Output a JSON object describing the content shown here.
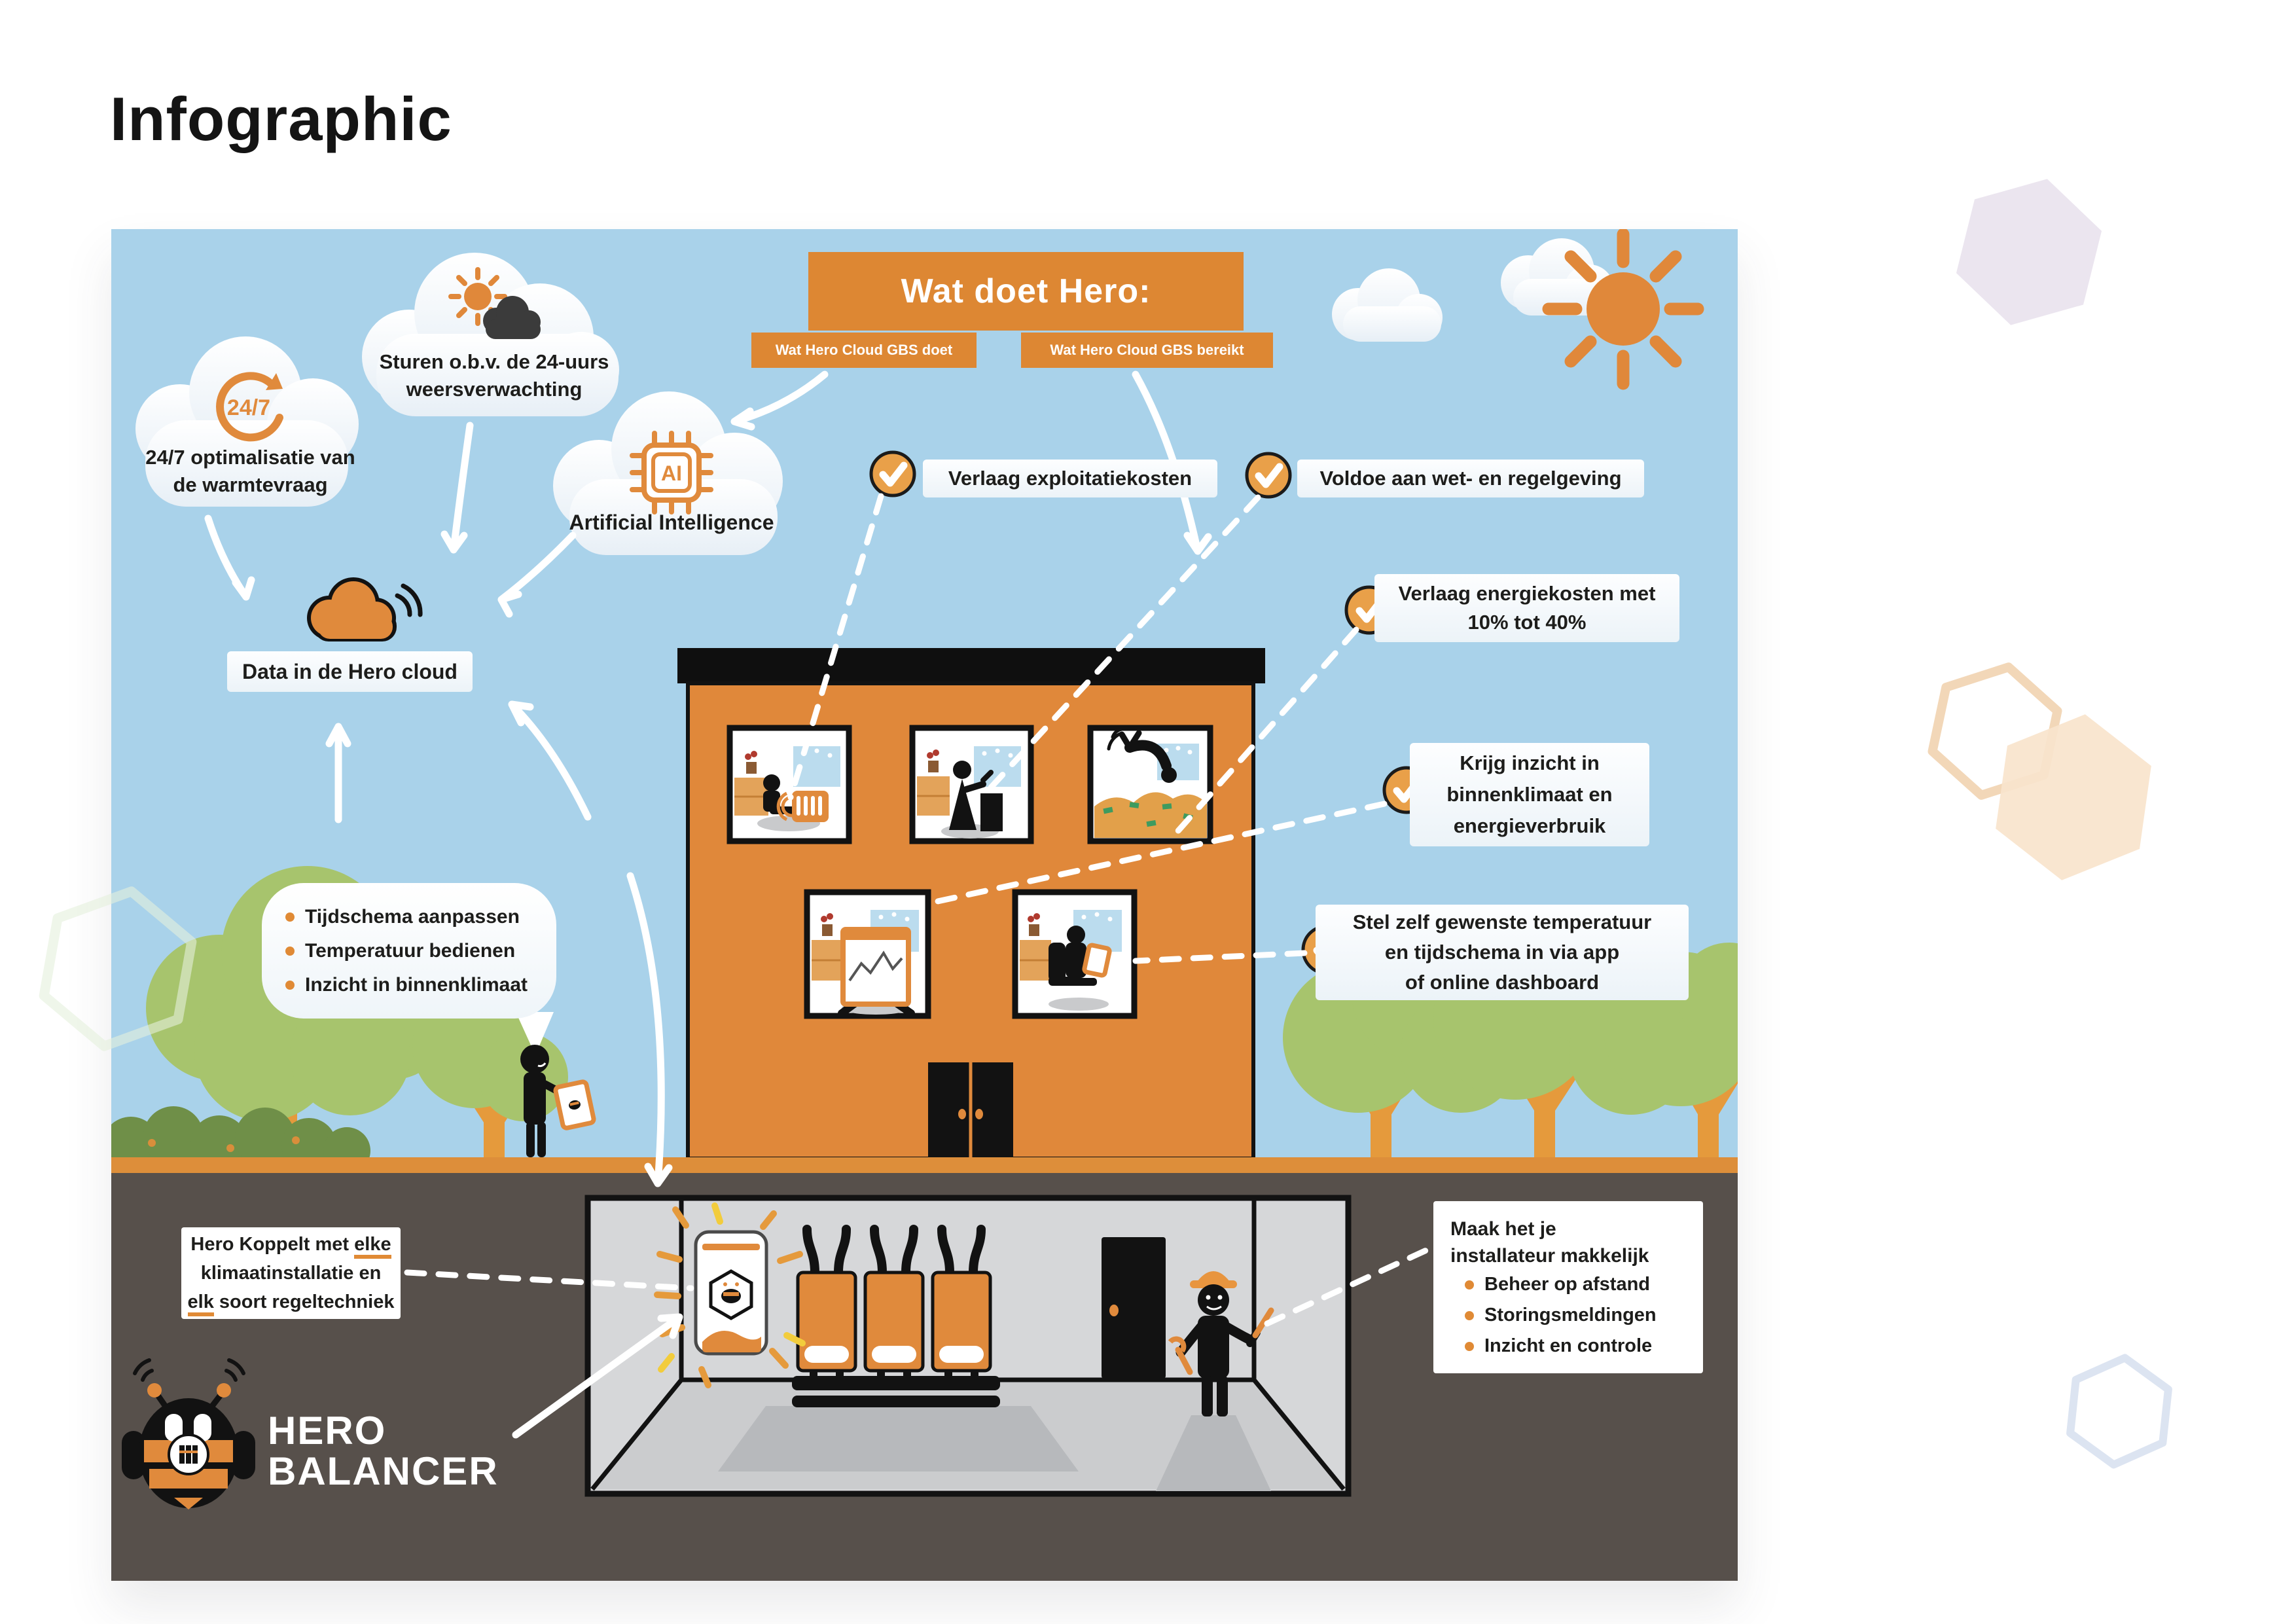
{
  "page": {
    "title": "Infographic"
  },
  "colors": {
    "accent_orange": "#DD8733",
    "sky_blue": "#A9D2EA",
    "ground_brown": "#57504B",
    "tree_green": "#A7C46D",
    "text_dark": "#1D1D1B"
  },
  "header": {
    "title": "Wat doet Hero:",
    "tag_left": "Wat Hero Cloud GBS doet",
    "tag_right": "Wat Hero Cloud GBS bereikt"
  },
  "clouds": {
    "forecast": {
      "line1": "Sturen o.b.v. de 24-uurs",
      "line2": "weersverwachting"
    },
    "optimisation": {
      "badge": "24/7",
      "line1": "24/7 optimalisatie van",
      "line2": "de warmtevraag"
    },
    "ai": {
      "chip": "AI",
      "label": "Artificial Intelligence"
    },
    "data": {
      "label": "Data in de Hero cloud"
    }
  },
  "benefits": {
    "exploitatie": {
      "text": "Verlaag exploitatiekosten"
    },
    "regelgeving": {
      "text": "Voldoe aan wet- en regelgeving"
    },
    "energie": {
      "line1": "Verlaag energiekosten met",
      "line2": "10% tot 40%"
    },
    "inzicht": {
      "line1": "Krijg inzicht in",
      "line2": "binnenklimaat en",
      "line3": "energieverbruik"
    },
    "zelf": {
      "line1": "Stel zelf gewenste temperatuur",
      "line2": "en tijdschema in via app",
      "line3": "of online dashboard"
    }
  },
  "user_bubble": {
    "items": [
      "Tijdschema aanpassen",
      "Temperatuur bedienen",
      "Inzicht in binnenklimaat"
    ]
  },
  "koppelt": {
    "l1a": "Hero Koppelt met ",
    "l1b": "elke",
    "l2": "klimaatinstallatie en",
    "l3a": "elk",
    "l3b": " soort regeltechniek"
  },
  "installer": {
    "title1": "Maak het je",
    "title2": "installateur makkelijk",
    "items": [
      "Beheer op afstand",
      "Storingsmeldingen",
      "Inzicht en controle"
    ]
  },
  "logo": {
    "word1": "HERO",
    "word2": "BALANCER"
  }
}
